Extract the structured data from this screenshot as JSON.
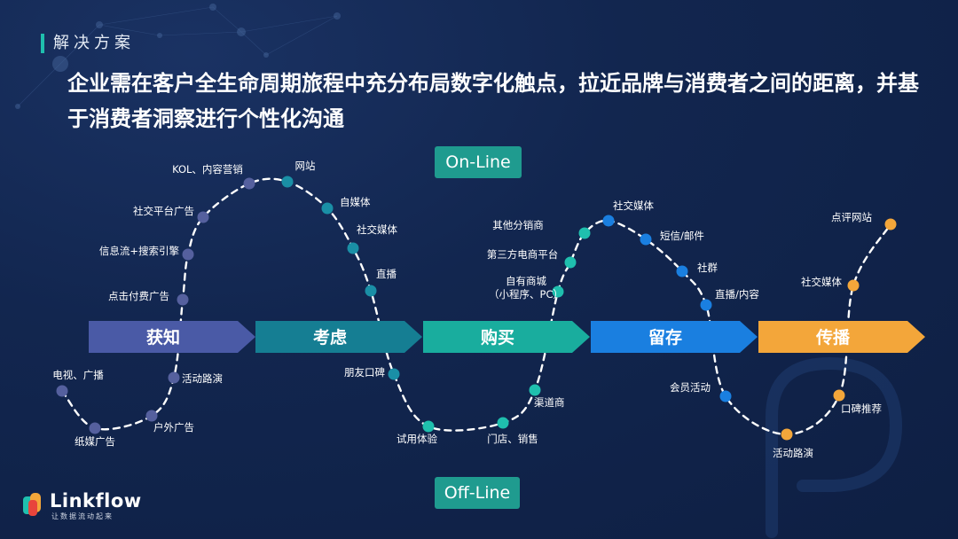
{
  "slide": {
    "section_label": "解决方案",
    "headline": "企业需在客户全生命周期旅程中充分布局数字化触点，拉近品牌与消费者之间的距离，并基于消费者洞察进行个性化沟通",
    "online_label": "On-Line",
    "offline_label": "Off-Line",
    "brand": "Linkflow",
    "brand_tagline": "让数据流动起来"
  },
  "colors": {
    "background": "#0f2146",
    "accent": "#1fbfae",
    "pill": "#1f9b8f",
    "curve": "#ffffff"
  },
  "stages": [
    {
      "name": "获知",
      "color": "#4a5aa6"
    },
    {
      "name": "考虑",
      "color": "#157e93"
    },
    {
      "name": "购买",
      "color": "#19ad9e"
    },
    {
      "name": "留存",
      "color": "#1a7fe0"
    },
    {
      "name": "传播",
      "color": "#f3a63a"
    }
  ],
  "touchpoints": [
    {
      "label": "电视、广播",
      "color": "#55609e"
    },
    {
      "label": "纸媒广告",
      "color": "#55609e"
    },
    {
      "label": "户外广告",
      "color": "#55609e"
    },
    {
      "label": "活动路演",
      "color": "#55609e"
    },
    {
      "label": "点击付费广告",
      "color": "#55609e"
    },
    {
      "label": "信息流+搜索引擎",
      "color": "#55609e"
    },
    {
      "label": "社交平台广告",
      "color": "#55609e"
    },
    {
      "label": "KOL、内容营销",
      "color": "#55609e"
    },
    {
      "label": "网站",
      "color": "#1a8fa6"
    },
    {
      "label": "自媒体",
      "color": "#1a8fa6"
    },
    {
      "label": "社交媒体",
      "color": "#1a8fa6"
    },
    {
      "label": "直播",
      "color": "#1a8fa6"
    },
    {
      "label": "朋友口碑",
      "color": "#1a8fa6"
    },
    {
      "label": "试用体验",
      "color": "#1fbfae"
    },
    {
      "label": "门店、销售",
      "color": "#1fbfae"
    },
    {
      "label": "渠道商",
      "color": "#1fbfae"
    },
    {
      "label": "自有商城\n（小程序、PC）",
      "color": "#1fbfae"
    },
    {
      "label": "第三方电商平台",
      "color": "#1fbfae"
    },
    {
      "label": "其他分销商",
      "color": "#1fbfae"
    },
    {
      "label": "社交媒体",
      "color": "#1a7fe0"
    },
    {
      "label": "短信/邮件",
      "color": "#1a7fe0"
    },
    {
      "label": "社群",
      "color": "#1a7fe0"
    },
    {
      "label": "直播/内容",
      "color": "#1a7fe0"
    },
    {
      "label": "会员活动",
      "color": "#1a7fe0"
    },
    {
      "label": "活动路演",
      "color": "#f3a63a"
    },
    {
      "label": "口碑推荐",
      "color": "#f3a63a"
    },
    {
      "label": "社交媒体",
      "color": "#f3a63a"
    },
    {
      "label": "点评网站",
      "color": "#f3a63a"
    }
  ]
}
